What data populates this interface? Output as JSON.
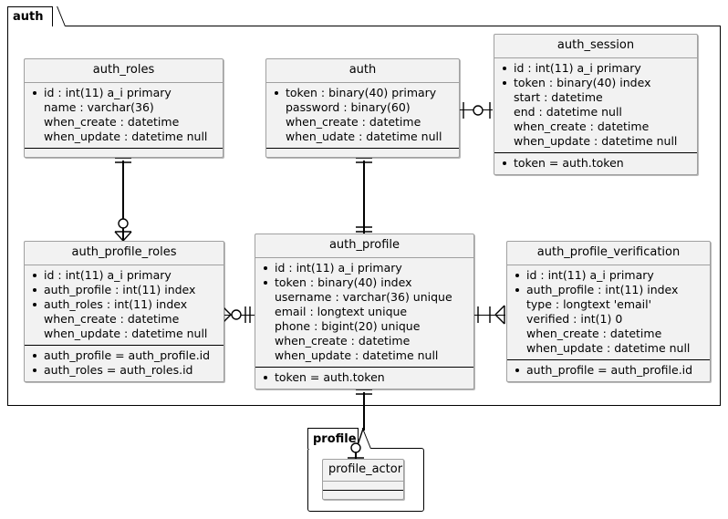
{
  "diagram": {
    "type": "er-diagram",
    "title": "auth",
    "background": "#ffffff",
    "entity_fill": "#F2F2F2",
    "entity_border": "#A0A0A0",
    "line_color": "#000000"
  },
  "packages": [
    {
      "name": "auth-package",
      "label": "auth"
    },
    {
      "name": "profile-package",
      "label": "profile"
    }
  ],
  "entities": {
    "auth_roles": {
      "title": "auth_roles",
      "attributes": [
        {
          "text": "id : int(11) a_i primary",
          "key": true
        },
        {
          "text": "name : varchar(36)",
          "key": false
        },
        {
          "text": "when_create : datetime",
          "key": false
        },
        {
          "text": "when_update : datetime null",
          "key": false
        }
      ],
      "footer": []
    },
    "auth": {
      "title": "auth",
      "attributes": [
        {
          "text": "token : binary(40) primary",
          "key": true
        },
        {
          "text": "password : binary(60)",
          "key": false
        },
        {
          "text": "when_create : datetime",
          "key": false
        },
        {
          "text": "when_udate : datetime null",
          "key": false
        }
      ],
      "footer": []
    },
    "auth_session": {
      "title": "auth_session",
      "attributes": [
        {
          "text": "id : int(11) a_i primary",
          "key": true
        },
        {
          "text": "token : binary(40) index",
          "key": true
        },
        {
          "text": "start : datetime",
          "key": false
        },
        {
          "text": "end : datetime null",
          "key": false
        },
        {
          "text": "when_create : datetime",
          "key": false
        },
        {
          "text": "when_update : datetime null",
          "key": false
        }
      ],
      "footer": [
        {
          "text": "token = auth.token",
          "key": true
        }
      ]
    },
    "auth_profile_roles": {
      "title": "auth_profile_roles",
      "attributes": [
        {
          "text": "id : int(11) a_i primary",
          "key": true
        },
        {
          "text": "auth_profile : int(11) index",
          "key": true
        },
        {
          "text": "auth_roles : int(11) index",
          "key": true
        },
        {
          "text": "when_create : datetime",
          "key": false
        },
        {
          "text": "when_update : datetime null",
          "key": false
        }
      ],
      "footer": [
        {
          "text": "auth_profile = auth_profile.id",
          "key": true
        },
        {
          "text": "auth_roles = auth_roles.id",
          "key": true
        }
      ]
    },
    "auth_profile": {
      "title": "auth_profile",
      "attributes": [
        {
          "text": "id : int(11) a_i primary",
          "key": true
        },
        {
          "text": "token : binary(40) index",
          "key": true
        },
        {
          "text": "username : varchar(36) unique",
          "key": false
        },
        {
          "text": "email : longtext unique",
          "key": false
        },
        {
          "text": "phone : bigint(20) unique",
          "key": false
        },
        {
          "text": "when_create : datetime",
          "key": false
        },
        {
          "text": "when_update : datetime null",
          "key": false
        }
      ],
      "footer": [
        {
          "text": "token = auth.token",
          "key": true
        }
      ]
    },
    "auth_profile_verification": {
      "title": "auth_profile_verification",
      "attributes": [
        {
          "text": "id : int(11) a_i primary",
          "key": true
        },
        {
          "text": "auth_profile : int(11) index",
          "key": true
        },
        {
          "text": "type : longtext 'email'",
          "key": false
        },
        {
          "text": "verified : int(1) 0",
          "key": false
        },
        {
          "text": "when_create : datetime",
          "key": false
        },
        {
          "text": "when_update : datetime null",
          "key": false
        }
      ],
      "footer": [
        {
          "text": "auth_profile = auth_profile.id",
          "key": true
        }
      ]
    },
    "profile_actor": {
      "title": "profile_actor",
      "attributes": [],
      "footer": []
    }
  },
  "relationships": [
    {
      "name": "auth-to-auth_session",
      "from": "auth",
      "to": "auth_session",
      "from_cardinality": "one",
      "to_cardinality": "zero-or-one"
    },
    {
      "name": "auth_roles-to-auth_profile_roles",
      "from": "auth_roles",
      "to": "auth_profile_roles",
      "from_cardinality": "one",
      "to_cardinality": "zero-or-many"
    },
    {
      "name": "auth-to-auth_profile",
      "from": "auth",
      "to": "auth_profile",
      "from_cardinality": "one",
      "to_cardinality": "one"
    },
    {
      "name": "auth_profile_roles-to-auth_profile",
      "from": "auth_profile_roles",
      "to": "auth_profile",
      "from_cardinality": "zero-or-many",
      "to_cardinality": "one"
    },
    {
      "name": "auth_profile-to-auth_profile_verification",
      "from": "auth_profile",
      "to": "auth_profile_verification",
      "from_cardinality": "one",
      "to_cardinality": "many"
    },
    {
      "name": "auth_profile-to-profile_actor",
      "from": "auth_profile",
      "to": "profile_actor",
      "from_cardinality": "one",
      "to_cardinality": "zero-or-one"
    }
  ]
}
